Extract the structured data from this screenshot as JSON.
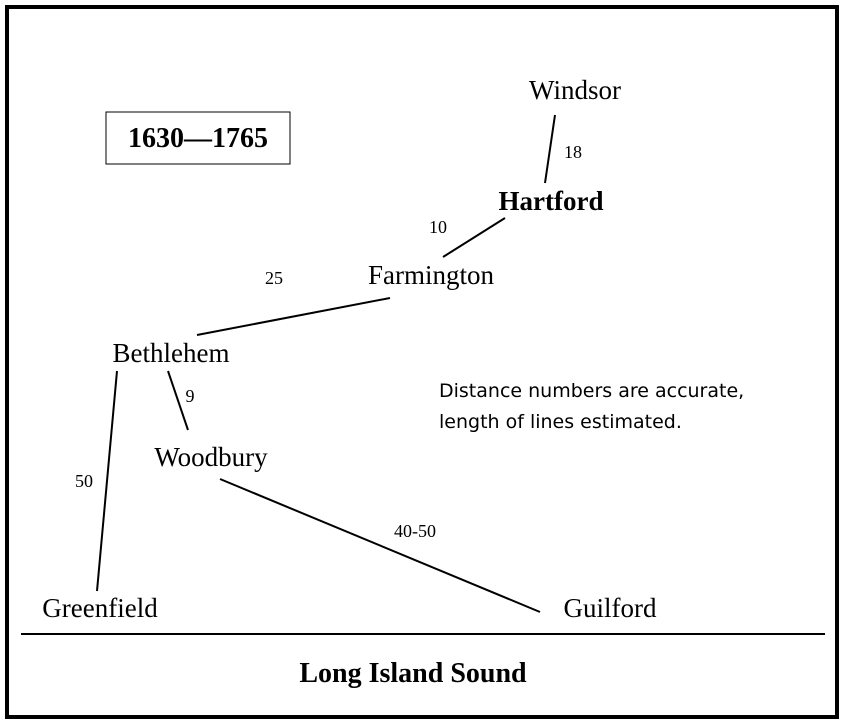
{
  "period_label": "1630—1765",
  "note": {
    "line1": "Distance numbers are accurate,",
    "line2": "length of lines estimated."
  },
  "places": {
    "windsor": "Windsor",
    "hartford": "Hartford",
    "farmington": "Farmington",
    "bethlehem": "Bethlehem",
    "woodbury": "Woodbury",
    "greenfield": "Greenfield",
    "guilford": "Guilford"
  },
  "distances": {
    "windsor_hartford": "18",
    "hartford_farmington": "10",
    "farmington_bethlehem": "25",
    "bethlehem_woodbury": "9",
    "bethlehem_greenfield": "50",
    "woodbury_guilford": "40-50"
  },
  "water_label": "Long Island Sound"
}
